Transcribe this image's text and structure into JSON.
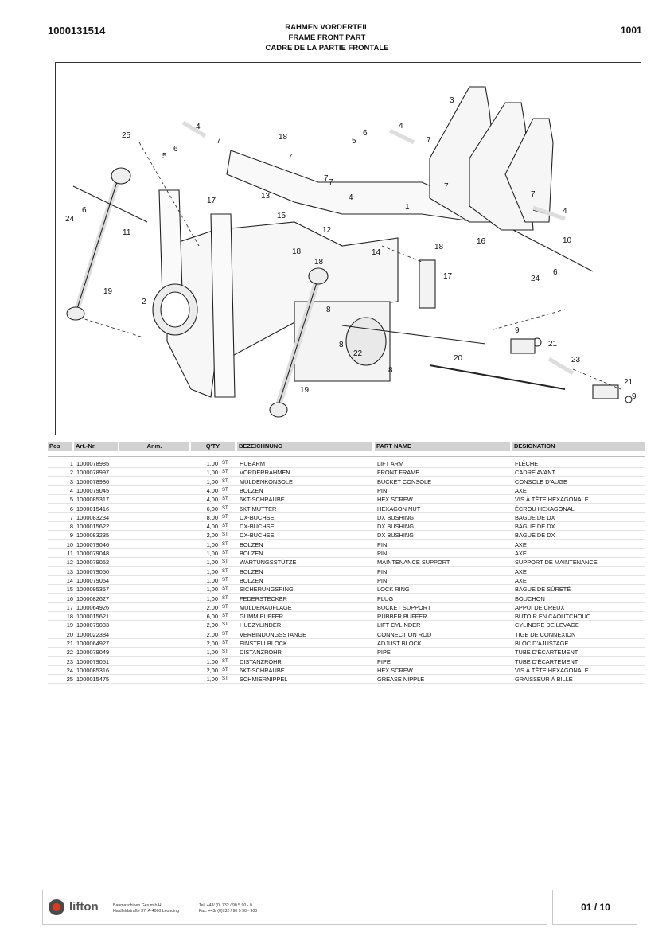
{
  "header": {
    "doc_number": "1000131514",
    "page_code": "1001",
    "title_de": "RAHMEN VORDERTEIL",
    "title_en": "FRAME FRONT PART",
    "title_fr": "CADRE DE LA PARTIE FRONTALE"
  },
  "table": {
    "headers": {
      "pos": "Pos",
      "art": "Art.-Nr.",
      "anm": "Anm.",
      "qty": "Q'TY",
      "de": "BEZEICHNUNG",
      "en": "PART NAME",
      "fr": "DESIGNATION"
    },
    "rows": [
      {
        "pos": "1",
        "art": "1000078985",
        "qty": "1,00",
        "unit": "ST",
        "de": "HUBARM",
        "en": "LIFT ARM",
        "fr": "FLÈCHE"
      },
      {
        "pos": "2",
        "art": "1000078997",
        "qty": "1,00",
        "unit": "ST",
        "de": "VORDERRAHMEN",
        "en": "FRONT FRAME",
        "fr": "CADRE AVANT"
      },
      {
        "pos": "3",
        "art": "1000078986",
        "qty": "1,00",
        "unit": "ST",
        "de": "MULDENKONSOLE",
        "en": "BUCKET CONSOLE",
        "fr": "CONSOLE D'AUGE"
      },
      {
        "pos": "4",
        "art": "1000079045",
        "qty": "4,00",
        "unit": "ST",
        "de": "BOLZEN",
        "en": "PIN",
        "fr": "AXE"
      },
      {
        "pos": "5",
        "art": "1000085317",
        "qty": "4,00",
        "unit": "ST",
        "de": "6KT-SCHRAUBE",
        "en": "HEX SCREW",
        "fr": "VIS À TÊTE HEXAGONALE"
      },
      {
        "pos": "6",
        "art": "1000015416",
        "qty": "6,00",
        "unit": "ST",
        "de": "6KT-MUTTER",
        "en": "HEXAGON NUT",
        "fr": "ÉCROU HEXAGONAL"
      },
      {
        "pos": "7",
        "art": "1000083234",
        "qty": "8,00",
        "unit": "ST",
        "de": "DX-BUCHSE",
        "en": "DX BUSHING",
        "fr": "BAGUE DE DX"
      },
      {
        "pos": "8",
        "art": "1000015622",
        "qty": "4,00",
        "unit": "ST",
        "de": "DX-BUCHSE",
        "en": "DX BUSHING",
        "fr": "BAGUE DE DX"
      },
      {
        "pos": "9",
        "art": "1000083235",
        "qty": "2,00",
        "unit": "ST",
        "de": "DX-BUCHSE",
        "en": "DX BUSHING",
        "fr": "BAGUE DE DX"
      },
      {
        "pos": "10",
        "art": "1000079046",
        "qty": "1,00",
        "unit": "ST",
        "de": "BOLZEN",
        "en": "PIN",
        "fr": "AXE"
      },
      {
        "pos": "11",
        "art": "1000079048",
        "qty": "1,00",
        "unit": "ST",
        "de": "BOLZEN",
        "en": "PIN",
        "fr": "AXE"
      },
      {
        "pos": "12",
        "art": "1000079052",
        "qty": "1,00",
        "unit": "ST",
        "de": "WARTUNGSSTÜTZE",
        "en": "MAINTENANCE SUPPORT",
        "fr": "SUPPORT DE MAINTENANCE"
      },
      {
        "pos": "13",
        "art": "1000079050",
        "qty": "1,00",
        "unit": "ST",
        "de": "BOLZEN",
        "en": "PIN",
        "fr": "AXE"
      },
      {
        "pos": "14",
        "art": "1000079054",
        "qty": "1,00",
        "unit": "ST",
        "de": "BOLZEN",
        "en": "PIN",
        "fr": "AXE"
      },
      {
        "pos": "15",
        "art": "1000095357",
        "qty": "1,00",
        "unit": "ST",
        "de": "SICHERUNGSRING",
        "en": "LOCK RING",
        "fr": "BAGUE DE SÛRETÉ"
      },
      {
        "pos": "16",
        "art": "1000082627",
        "qty": "1,00",
        "unit": "ST",
        "de": "FEDERSTECKER",
        "en": "PLUG",
        "fr": "BOUCHON"
      },
      {
        "pos": "17",
        "art": "1000064926",
        "qty": "2,00",
        "unit": "ST",
        "de": "MULDENAUFLAGE",
        "en": "BUCKET SUPPORT",
        "fr": "APPUI DE CREUX"
      },
      {
        "pos": "18",
        "art": "1000015621",
        "qty": "6,00",
        "unit": "ST",
        "de": "GUMMIPUFFER",
        "en": "RUBBER BUFFER",
        "fr": "BUTOIR EN CAOUTCHOUC"
      },
      {
        "pos": "19",
        "art": "1000079033",
        "qty": "2,00",
        "unit": "ST",
        "de": "HUBZYLINDER",
        "en": "LIFT CYLINDER",
        "fr": "CYLINDRE DE LEVAGE"
      },
      {
        "pos": "20",
        "art": "1000022384",
        "qty": "2,00",
        "unit": "ST",
        "de": "VERBINDUNGSSTANGE",
        "en": "CONNECTION ROD",
        "fr": "TIGE DE CONNEXION"
      },
      {
        "pos": "21",
        "art": "1000064927",
        "qty": "2,00",
        "unit": "ST",
        "de": "EINSTELLBLOCK",
        "en": "ADJUST BLOCK",
        "fr": "BLOC D'AJUSTAGE"
      },
      {
        "pos": "22",
        "art": "1000079049",
        "qty": "1,00",
        "unit": "ST",
        "de": "DISTANZROHR",
        "en": "PIPE",
        "fr": "TUBE D'ÉCARTEMENT"
      },
      {
        "pos": "23",
        "art": "1000079051",
        "qty": "1,00",
        "unit": "ST",
        "de": "DISTANZROHR",
        "en": "PIPE",
        "fr": "TUBE D'ÉCARTEMENT"
      },
      {
        "pos": "24",
        "art": "1000085316",
        "qty": "2,00",
        "unit": "ST",
        "de": "6KT-SCHRAUBE",
        "en": "HEX SCREW",
        "fr": "VIS À TÊTE HEXAGONALE"
      },
      {
        "pos": "25",
        "art": "1000015475",
        "qty": "1,00",
        "unit": "ST",
        "de": "SCHMIERNIPPEL",
        "en": "GREASE NIPPLE",
        "fr": "GRAISSEUR À BILLE"
      }
    ]
  },
  "drawing": {
    "callouts": [
      "3",
      "4",
      "7",
      "18",
      "25",
      "6",
      "5",
      "7",
      "7",
      "17",
      "13",
      "4",
      "7",
      "15",
      "12",
      "18",
      "18",
      "14",
      "11",
      "24",
      "6",
      "2",
      "19",
      "8",
      "8",
      "22",
      "8",
      "19",
      "6",
      "5",
      "4",
      "7",
      "7",
      "7",
      "1",
      "4",
      "10",
      "6",
      "24",
      "18",
      "16",
      "17",
      "9",
      "21",
      "20",
      "23",
      "21",
      "9"
    ]
  },
  "footer": {
    "logo": "lifton",
    "company_line1": "Baumaschinen Ges.m.b.H.",
    "company_line2": "Haidfeldstraße 37, A-4060 Leonding",
    "tel": "Tel. +43/ (0) 732 / 90 5 90 - 0",
    "fax": "Fax. +43/ (0)732 / 90 5 90 - 900",
    "page": "01 / 10"
  }
}
